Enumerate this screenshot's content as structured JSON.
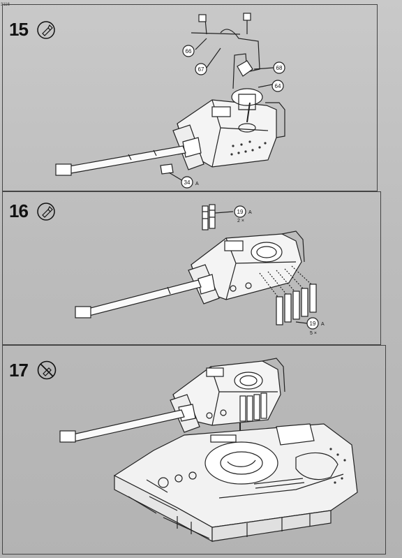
{
  "sheet_code": "3116",
  "steps": [
    {
      "number": "15",
      "icon": "glue-tube-icon",
      "callouts": [
        {
          "part": "66"
        },
        {
          "part": "67"
        },
        {
          "part": "68"
        },
        {
          "part": "64"
        },
        {
          "part": "34",
          "suffix": "A"
        }
      ]
    },
    {
      "number": "16",
      "icon": "glue-tube-icon",
      "callouts": [
        {
          "part": "19",
          "suffix": "A",
          "qty": "2 ×"
        },
        {
          "part": "19",
          "suffix": "A",
          "qty": "5 ×"
        }
      ]
    },
    {
      "number": "17",
      "icon": "no-glue-icon",
      "callouts": []
    }
  ]
}
